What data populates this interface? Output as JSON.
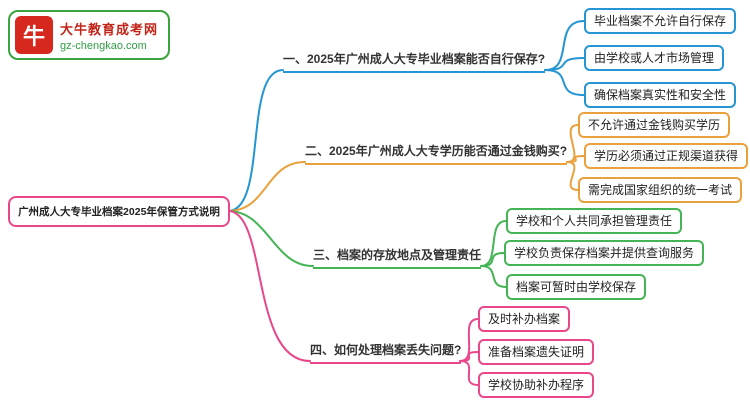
{
  "logo": {
    "icon": "bull-icon",
    "icon_glyph": "牛",
    "title": "大牛教育成考网",
    "url": "gz-chengkao.com"
  },
  "root": {
    "label": "广州成人大专毕业档案2025年保管方式说明"
  },
  "branches": [
    {
      "label": "一、2025年广州成人大专毕业档案能否自行保存?",
      "color": "#2596d3",
      "children": [
        "毕业档案不允许自行保存",
        "由学校或人才市场管理",
        "确保档案真实性和安全性"
      ]
    },
    {
      "label": "二、2025年广州成人大专学历能否通过金钱购买?",
      "color": "#eaa13c",
      "children": [
        "不允许通过金钱购买学历",
        "学历必须通过正规渠道获得",
        "需完成国家组织的统一考试"
      ]
    },
    {
      "label": "三、档案的存放地点及管理责任",
      "color": "#44b454",
      "children": [
        "学校和个人共同承担管理责任",
        "学校负责保存档案并提供查询服务",
        "档案可暂时由学校保存"
      ]
    },
    {
      "label": "四、如何处理档案丢失问题?",
      "color": "#e8488b",
      "children": [
        "及时补办档案",
        "准备档案遗失证明",
        "学校协助补办程序"
      ]
    }
  ],
  "colors": {
    "branch1_blue": "#2596d3",
    "branch2_orange": "#eaa13c",
    "branch3_green": "#44b454",
    "branch4_pink": "#e8488b",
    "root_border": "#e8488b",
    "logo_red": "#d7281e",
    "logo_green": "#2f9e44"
  }
}
